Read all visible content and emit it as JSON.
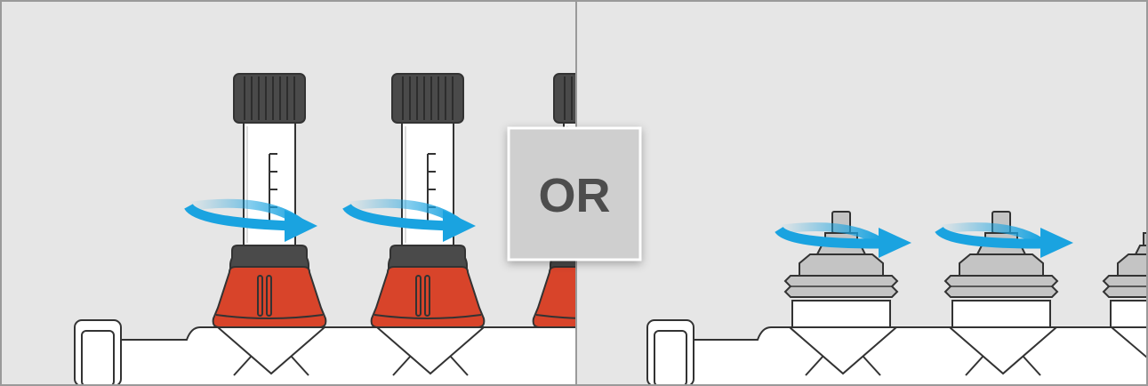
{
  "diagram": {
    "or_label": "OR",
    "panels": [
      {
        "id": "flow-meter-panel",
        "items": [
          "flow-meter",
          "flow-meter",
          "flow-meter-partial"
        ]
      },
      {
        "id": "thermostatic-insert-panel",
        "items": [
          "thermostatic-insert",
          "thermostatic-insert",
          "thermostatic-insert-partial"
        ]
      }
    ],
    "colors": {
      "background": "#e6e6e6",
      "border": "#9a9a9a",
      "outline": "#333333",
      "red_body": "#d8442a",
      "dark_cap": "#4a4a4a",
      "grey_insert": "#c4c4c4",
      "arrow_blue": "#1aa3e0",
      "or_box": "#cfcfcf",
      "or_text": "#4d4d4d"
    },
    "icons": [
      "rotate-clockwise-arrow-icon"
    ]
  }
}
